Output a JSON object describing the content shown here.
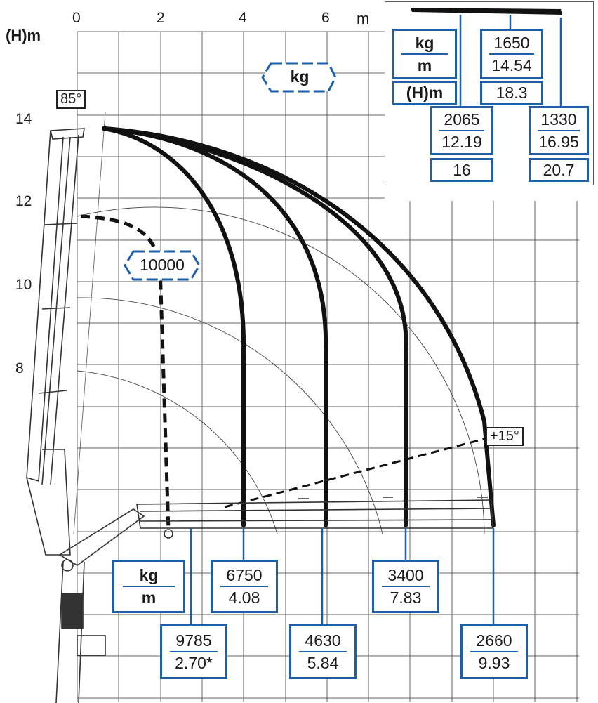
{
  "axes": {
    "x_unit": "m",
    "y_unit": "(H)m",
    "x_ticks": [
      "0",
      "2",
      "4",
      "6"
    ],
    "y_ticks": [
      "14",
      "12",
      "10",
      "8"
    ]
  },
  "angle_labels": {
    "max_angle": "85°",
    "min_angle": "+15°"
  },
  "kg_badge": "kg",
  "inner_capacity": "10000",
  "legend": {
    "kg": "kg",
    "m": "m",
    "height": "(H)m"
  },
  "load_points": [
    {
      "kg": "9785",
      "m": "2.70*"
    },
    {
      "kg": "6750",
      "m": "4.08"
    },
    {
      "kg": "4630",
      "m": "5.84"
    },
    {
      "kg": "3400",
      "m": "7.83"
    },
    {
      "kg": "2660",
      "m": "9.93"
    }
  ],
  "jib_points": [
    {
      "kg": "2065",
      "m": "12.19",
      "h": "16"
    },
    {
      "kg": "1650",
      "m": "14.54",
      "h": "18.3"
    },
    {
      "kg": "1330",
      "m": "16.95",
      "h": "20.7"
    }
  ],
  "colors": {
    "accent": "#1d5fa8",
    "ink": "#1a1a1a",
    "grid": "#555555"
  }
}
